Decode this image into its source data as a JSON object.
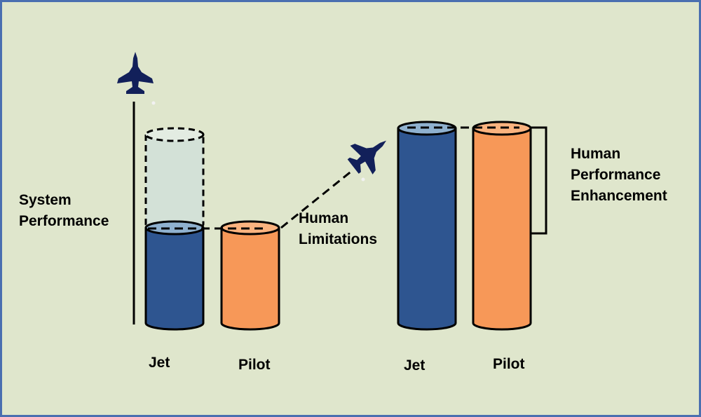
{
  "colors": {
    "background": "#dfe6cc",
    "border": "#4a6fb0",
    "jet": "#2e5590",
    "jet_top": "#8fb1cf",
    "pilot": "#f79858",
    "pilot_top": "#fbb37f",
    "potential": "#d3e1d7",
    "aircraft": "#12205a",
    "outline": "#000000"
  },
  "labels": {
    "system_performance": [
      "System",
      "Performance"
    ],
    "human_limitations": [
      "Human",
      "Limitations"
    ],
    "human_performance_enhancement": [
      "Human",
      "Performance",
      "Enhancement"
    ],
    "left_jet": "Jet",
    "left_pilot": "Pilot",
    "right_jet": "Jet",
    "right_pilot": "Pilot"
  },
  "icons": [
    "jet-aircraft-icon",
    "jet-aircraft-icon"
  ]
}
